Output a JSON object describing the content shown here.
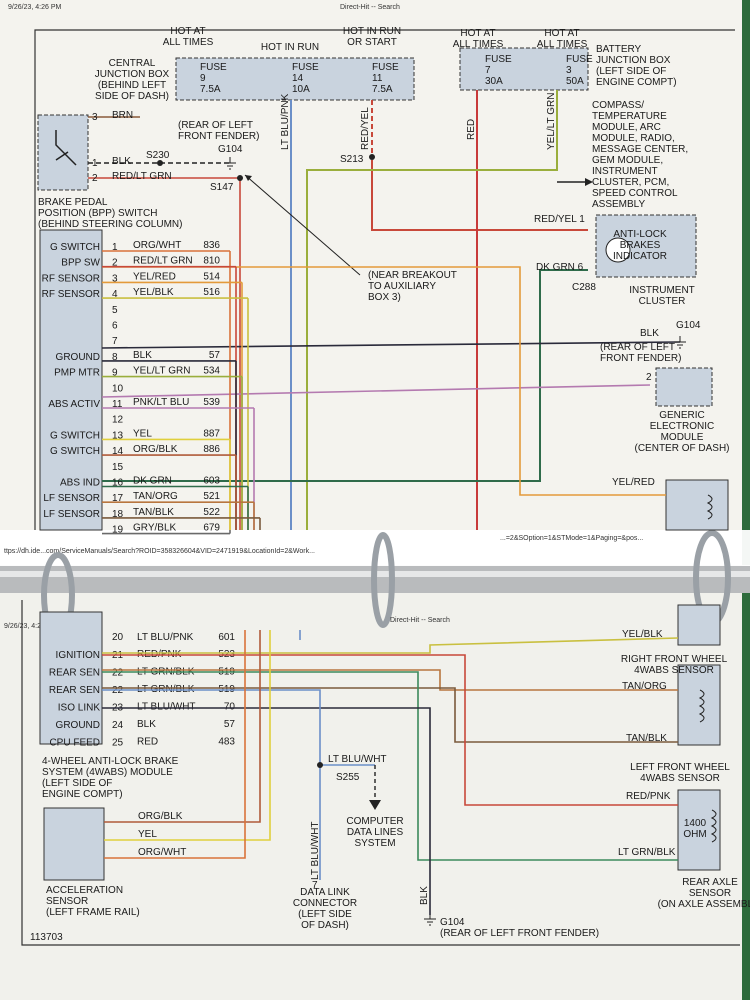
{
  "header_top": {
    "timestamp": "9/26/23, 4:26 PM",
    "site_title": "Direct-Hit -- Search"
  },
  "header_bottom": {
    "timestamp": "9/26/23, 4:26 PM",
    "site_title": "Direct-Hit -- Search"
  },
  "url_bar": {
    "left": "ttps://dh.ide...com/ServiceManuals/Search?ROID=358326604&VID=2471919&LocationId=2&Work...",
    "right": "...=2&SOption=1&STMode=1&Paging=&pos..."
  },
  "fuses": [
    {
      "supply": "HOT AT\nALL TIMES",
      "name": "FUSE",
      "number": "9",
      "rating": "7.5A"
    },
    {
      "supply": "HOT IN RUN",
      "name": "FUSE",
      "number": "14",
      "rating": "10A"
    },
    {
      "supply": "HOT IN RUN\nOR START",
      "name": "FUSE",
      "number": "11",
      "rating": "7.5A"
    },
    {
      "supply": "HOT AT\nALL TIMES",
      "name": "FUSE",
      "number": "7",
      "rating": "30A"
    },
    {
      "supply": "HOT AT\nALL TIMES",
      "name": "FUSE",
      "number": "3",
      "rating": "50A"
    }
  ],
  "labels": {
    "central_jb": "CENTRAL\nJUNCTION BOX\n(BEHIND LEFT\nSIDE OF DASH)",
    "battery_jb": "BATTERY\nJUNCTION BOX\n(LEFT SIDE OF\nENGINE COMPT)",
    "compass_module": "COMPASS/\nTEMPERATURE\nMODULE, ARC\nMODULE, RADIO,\nMESSAGE CENTER,\nGEM MODULE,\nINSTRUMENT\nCLUSTER, PCM,\nSPEED CONTROL\nASSEMBLY",
    "bpp_switch": "BRAKE PEDAL\nPOSITION (BPP) SWITCH\n(BEHIND STEERING COLUMN)",
    "rear_lf_fender": "(REAR OF LEFT\nFRONT FENDER)",
    "g104": "G104",
    "s230": "S230",
    "s147": "S147",
    "s213": "S213",
    "s255": "S255",
    "breakout": "(NEAR BREAKOUT\nTO AUXILIARY\nBOX 3)",
    "abs_indicator": "ANTI-LOCK\nBRAKES\nINDICATOR",
    "instrument_cluster": "INSTRUMENT\nCLUSTER",
    "c288": "C288",
    "gem": "GENERIC\nELECTRONIC\nMODULE\n(CENTER OF DASH)",
    "rf_sensor": "RIGHT FRONT WHEEL\n4WABS SENSOR",
    "lf_sensor": "LEFT FRONT WHEEL\n4WABS SENSOR",
    "rear_axle": "REAR AXLE\nSENSOR\n(ON AXLE ASSEMBLY)",
    "ohm": "1400\nOHM",
    "abs_module": "4-WHEEL ANTI-LOCK BRAKE\nSYSTEM (4WABS) MODULE\n(LEFT SIDE OF\nENGINE COMPT)",
    "accel_sensor": "ACCELERATION\nSENSOR\n(LEFT FRAME RAIL)",
    "dlc": "DATA LINK\nCONNECTOR\n(LEFT SIDE\nOF DASH)",
    "computer_data": "COMPUTER\nDATA LINES\nSYSTEM",
    "g104_bottom": "G104\n(REAR OF LEFT FRONT FENDER)",
    "figure_number": "113703"
  },
  "vertical_wires": {
    "ltblu_pnk": "LT BLU/PNK",
    "red_yel": "RED/YEL",
    "red": "RED",
    "yel_ltgrn": "YEL/LT GRN",
    "ltblu_wht": "LT BLU/WHT",
    "blk": "BLK"
  },
  "bpp_pins": [
    {
      "pin": "3",
      "wire": "BRN"
    },
    {
      "pin": "1",
      "wire": "BLK"
    },
    {
      "pin": "2",
      "wire": "RED/LT GRN"
    }
  ],
  "module_pins_upper": [
    {
      "fn": "G SWITCH",
      "pin": "1",
      "wire": "ORG/WHT",
      "circuit": "836",
      "color": "#d9733a"
    },
    {
      "fn": "BPP SW",
      "pin": "2",
      "wire": "RED/LT GRN",
      "circuit": "810",
      "color": "#c8483a"
    },
    {
      "fn": "RF SENSOR",
      "pin": "3",
      "wire": "YEL/RED",
      "circuit": "514",
      "color": "#e39a3a"
    },
    {
      "fn": "RF SENSOR",
      "pin": "4",
      "wire": "YEL/BLK",
      "circuit": "516",
      "color": "#c9c040"
    },
    {
      "fn": "",
      "pin": "5",
      "wire": "",
      "circuit": "",
      "color": ""
    },
    {
      "fn": "",
      "pin": "6",
      "wire": "",
      "circuit": "",
      "color": ""
    },
    {
      "fn": "",
      "pin": "7",
      "wire": "",
      "circuit": "",
      "color": ""
    },
    {
      "fn": "GROUND",
      "pin": "8",
      "wire": "BLK",
      "circuit": "57",
      "color": "#2a2a3a"
    },
    {
      "fn": "PMP MTR",
      "pin": "9",
      "wire": "YEL/LT GRN",
      "circuit": "534",
      "color": "#9aae3c"
    },
    {
      "fn": "",
      "pin": "10",
      "wire": "",
      "circuit": "",
      "color": ""
    },
    {
      "fn": "ABS ACTIV",
      "pin": "11",
      "wire": "PNK/LT BLU",
      "circuit": "539",
      "color": "#b47ab0"
    },
    {
      "fn": "",
      "pin": "12",
      "wire": "",
      "circuit": "",
      "color": ""
    },
    {
      "fn": "G SWITCH",
      "pin": "13",
      "wire": "YEL",
      "circuit": "887",
      "color": "#e0cf3c"
    },
    {
      "fn": "G SWITCH",
      "pin": "14",
      "wire": "ORG/BLK",
      "circuit": "886",
      "color": "#b05b3a"
    },
    {
      "fn": "",
      "pin": "15",
      "wire": "",
      "circuit": "",
      "color": ""
    },
    {
      "fn": "ABS IND",
      "pin": "16",
      "wire": "DK GRN",
      "circuit": "603",
      "color": "#2f6b4a"
    },
    {
      "fn": "LF SENSOR",
      "pin": "17",
      "wire": "TAN/ORG",
      "circuit": "521",
      "color": "#b8763e"
    },
    {
      "fn": "LF SENSOR",
      "pin": "18",
      "wire": "TAN/BLK",
      "circuit": "522",
      "color": "#7a5a3c"
    },
    {
      "fn": "",
      "pin": "19",
      "wire": "GRY/BLK",
      "circuit": "679",
      "color": "#6a6a6a"
    }
  ],
  "module_pins_lower": [
    {
      "fn": "IGNITION",
      "pin": "21",
      "wire": "RED/PNK",
      "circuit": "523",
      "color": "#c8483a"
    },
    {
      "fn": "REAR SEN",
      "pin": "22",
      "wire": "LT GRN/BLK",
      "circuit": "519",
      "color": "#3c8a5c"
    },
    {
      "fn": "REAR SEN",
      "pin": "22",
      "wire": "LT GRN/BLK",
      "circuit": "519",
      "color": "#3c8a5c"
    },
    {
      "fn": "ISO LINK",
      "pin": "23",
      "wire": "LT BLU/WHT",
      "circuit": "70",
      "color": "#6b8fc8"
    },
    {
      "fn": "GROUND",
      "pin": "24",
      "wire": "BLK",
      "circuit": "57",
      "color": "#2a2a3a"
    },
    {
      "fn": "CPU FEED",
      "pin": "25",
      "wire": "RED",
      "circuit": "483",
      "color": "#c83a3a"
    }
  ],
  "pin20": {
    "pin": "20",
    "wire": "LT BLU/PNK",
    "circuit": "601"
  },
  "right_wires": {
    "yel_red": "YEL/RED",
    "yel_blk": "YEL/BLK",
    "tan_org": "TAN/ORG",
    "tan_blk": "TAN/BLK",
    "red_pnk": "RED/PNK",
    "ltgrn_blk": "LT GRN/BLK",
    "red_yel_1": "RED/YEL  1",
    "dk_grn_6": "DK GRN  6",
    "gem_pin": "2",
    "blk": "BLK",
    "dlc_pin": "7"
  },
  "accel_wires": [
    "ORG/BLK",
    "YEL",
    "ORG/WHT"
  ]
}
